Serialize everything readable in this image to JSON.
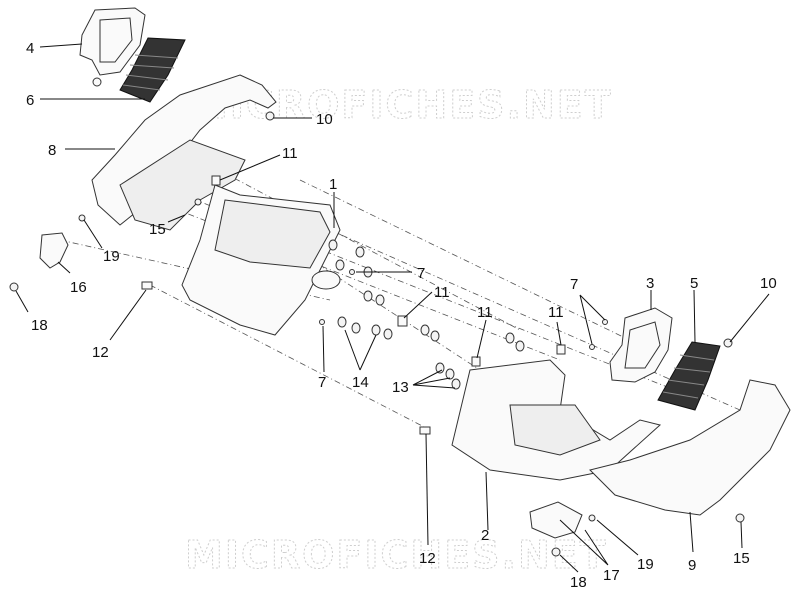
{
  "watermarks": [
    "MICROFICHES.NET",
    "MICROFICHES.NET"
  ],
  "labels": {
    "l4": "4",
    "l6": "6",
    "l8": "8",
    "l10a": "10",
    "l11a": "11",
    "l1": "1",
    "l15a": "15",
    "l19a": "19",
    "l16": "16",
    "l18a": "18",
    "l12a": "12",
    "l7a": "7",
    "l11b": "11",
    "l7b": "7",
    "l14": "14",
    "l11c": "11",
    "l11d": "11",
    "l13": "13",
    "l7c": "7",
    "l3": "3",
    "l5": "5",
    "l10b": "10",
    "l12b": "12",
    "l2": "2",
    "l18b": "18",
    "l17": "17",
    "l19b": "19",
    "l9": "9",
    "l15b": "15"
  }
}
